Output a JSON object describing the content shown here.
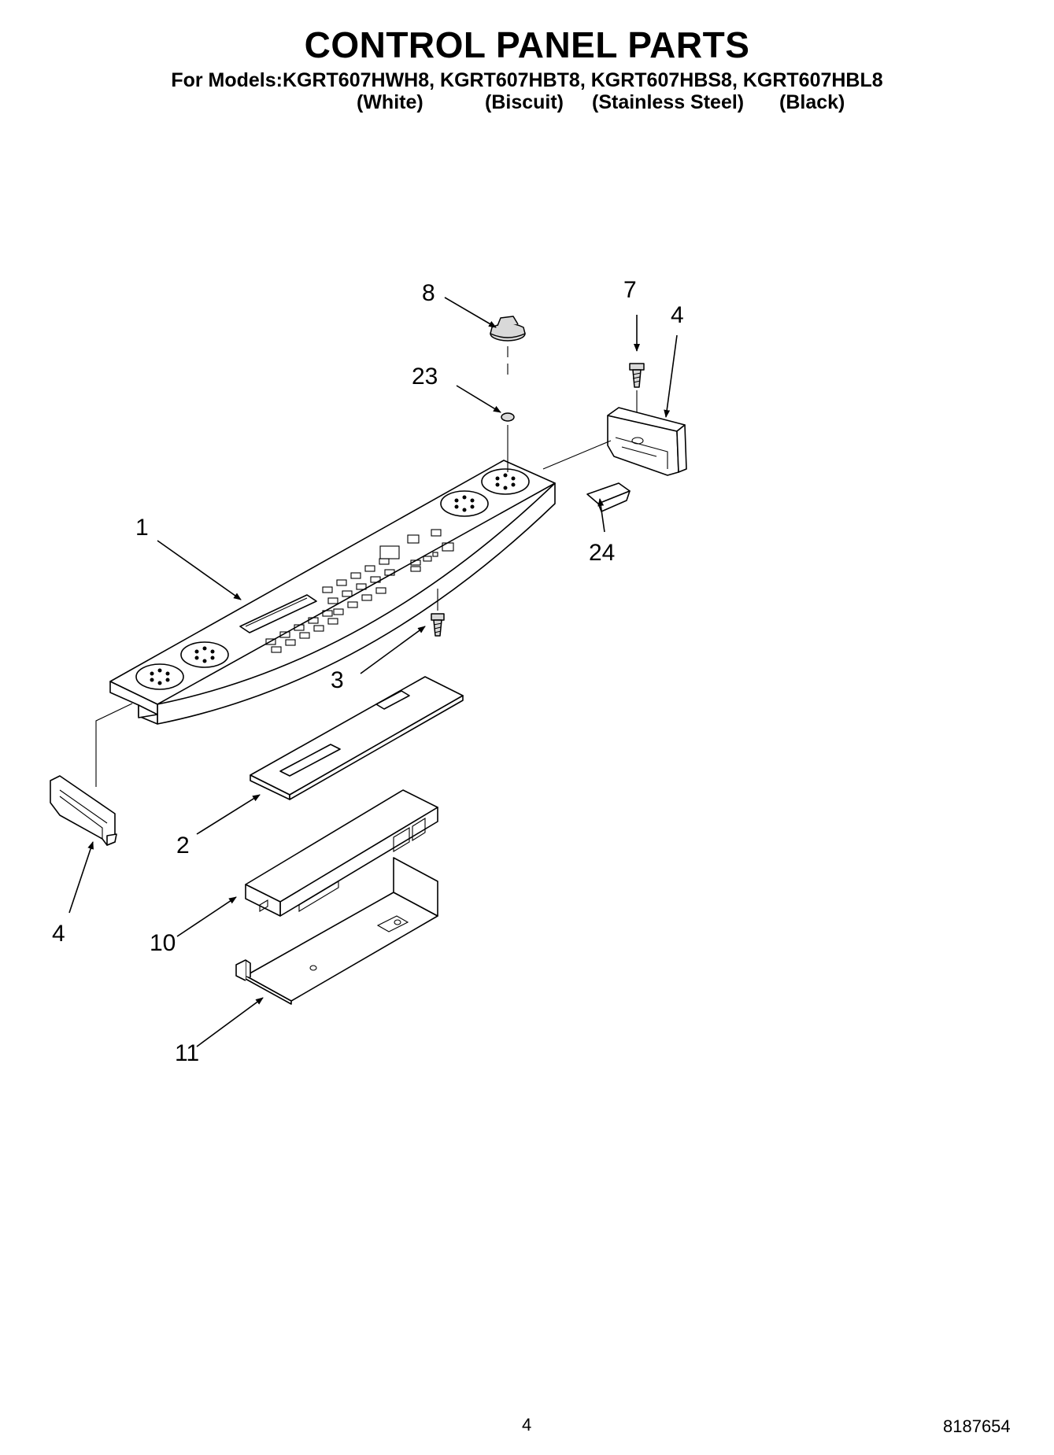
{
  "header": {
    "title": "CONTROL PANEL PARTS",
    "models": "For Models:KGRT607HWH8, KGRT607HBT8, KGRT607HBS8, KGRT607HBL8",
    "finishes": [
      "(White)",
      "(Biscuit)",
      "(Stainless Steel)",
      "(Black)"
    ]
  },
  "callouts": {
    "c1": "1",
    "c2": "2",
    "c3": "3",
    "c4_right": "4",
    "c4_left": "4",
    "c7": "7",
    "c8": "8",
    "c10": "10",
    "c11": "11",
    "c23": "23",
    "c24": "24"
  },
  "footer": {
    "page_number": "4",
    "document_number": "8187654"
  }
}
